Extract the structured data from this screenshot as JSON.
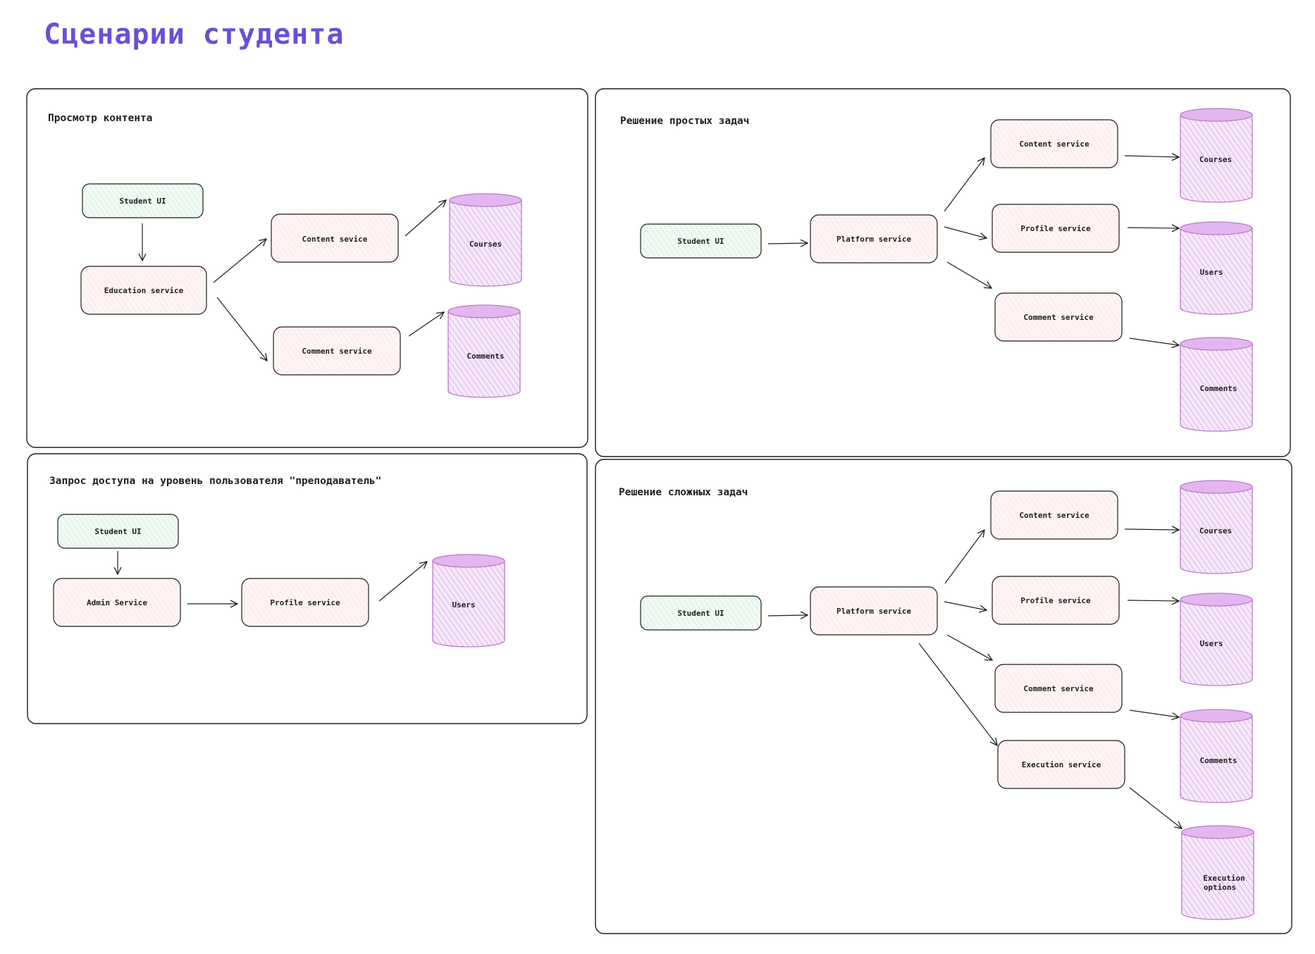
{
  "title": "Сценарии студента",
  "panels": [
    {
      "id": "view",
      "title": "Просмотр контента",
      "nodes": {
        "student_ui": "Student UI",
        "education": "Education service",
        "content": "Content sevice",
        "comment": "Comment service",
        "courses": "Courses",
        "comments": "Comments"
      }
    },
    {
      "id": "access",
      "title": "Запрос доступа на уровень пользователя \"преподаватель\"",
      "nodes": {
        "student_ui": "Student UI",
        "admin": "Admin Service",
        "profile": "Profile service",
        "users": "Users"
      }
    },
    {
      "id": "simple",
      "title": "Решение простых задач",
      "nodes": {
        "student_ui": "Student UI",
        "platform": "Platform service",
        "content": "Content service",
        "profile": "Profile service",
        "comment": "Comment service",
        "courses": "Courses",
        "users": "Users",
        "comments": "Comments"
      }
    },
    {
      "id": "complex",
      "title": "Решение сложных задач",
      "nodes": {
        "student_ui": "Student UI",
        "platform": "Platform service",
        "content": "Content service",
        "profile": "Profile service",
        "comment": "Comment service",
        "execution": "Execution service",
        "courses": "Courses",
        "users": "Users",
        "comments": "Comments",
        "exec_options_line1": "Execution",
        "exec_options_line2": "options"
      }
    }
  ],
  "colors": {
    "title": "#6a4fd6",
    "ui_fill": "#e8f6ec",
    "ui_stroke": "#2f6b3c",
    "service_fill": "#fdeeee",
    "db_fill": "#efd9f5",
    "db_stroke": "#b67ac9",
    "db_hatch": "#d19be0",
    "line": "#1e1e1e"
  }
}
